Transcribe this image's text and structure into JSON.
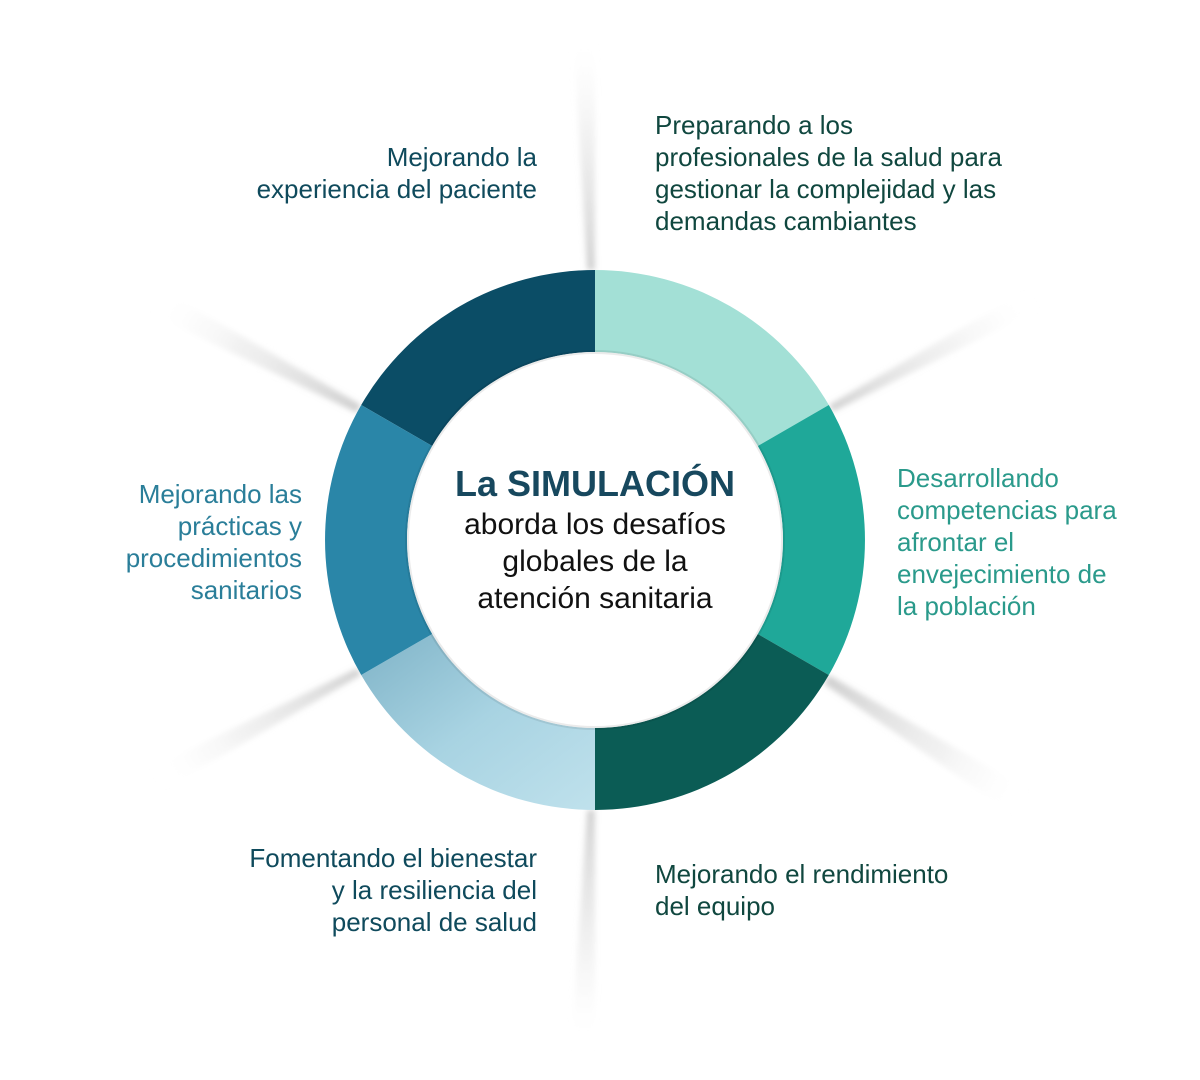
{
  "diagram": {
    "center": {
      "title_prefix": "La",
      "title_emphasis": "SIMULACIÓN",
      "subtitle_lines": [
        "aborda los desafíos",
        "globales de la",
        "atención sanitaria"
      ],
      "title_color": "#17485e"
    },
    "segments": [
      {
        "id": "top-left",
        "color": "#0b4d66",
        "label_lines": [
          "Mejorando la",
          "experiencia del paciente"
        ],
        "label_color": "#0f4a5c"
      },
      {
        "id": "top-right",
        "color": "#a3e0d6",
        "label_lines": [
          "Preparando a los",
          "profesionales de la salud para",
          "gestionar la complejidad y las",
          "demandas cambiantes"
        ],
        "label_color": "#10473f"
      },
      {
        "id": "right",
        "color": "#1fa899",
        "label_lines": [
          "Desarrollando",
          "competencias para",
          "afrontar el",
          "envejecimiento de",
          "la población"
        ],
        "label_color": "#2a9a8b"
      },
      {
        "id": "bottom-right",
        "color": "#0b5c55",
        "label_lines": [
          "Mejorando el rendimiento",
          "del equipo"
        ],
        "label_color": "#10473f"
      },
      {
        "id": "bottom-left",
        "color": "#a8d3e2",
        "label_lines": [
          "Fomentando el bienestar",
          "y la resiliencia del",
          "personal de salud"
        ],
        "label_color": "#0f4a5c"
      },
      {
        "id": "left",
        "color": "#2a86a8",
        "label_lines": [
          "Mejorando las",
          "prácticas y",
          "procedimientos",
          "sanitarios"
        ],
        "label_color": "#2a7e99"
      }
    ]
  }
}
